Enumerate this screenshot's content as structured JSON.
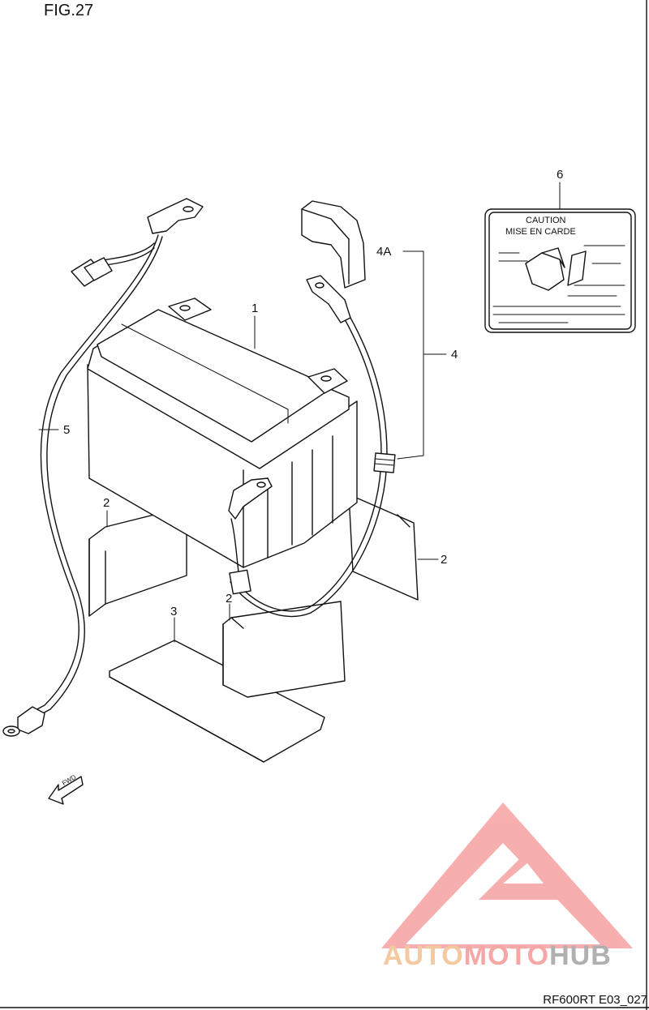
{
  "figure": {
    "title": "FIG.27",
    "code": "RF600RT E03_027"
  },
  "callouts": [
    {
      "id": "1",
      "text": "1"
    },
    {
      "id": "2a",
      "text": "2"
    },
    {
      "id": "2b",
      "text": "2"
    },
    {
      "id": "2c",
      "text": "2"
    },
    {
      "id": "3",
      "text": "3"
    },
    {
      "id": "4",
      "text": "4"
    },
    {
      "id": "4A",
      "text": "4A"
    },
    {
      "id": "5",
      "text": "5"
    },
    {
      "id": "6",
      "text": "6"
    }
  ],
  "caution_label": {
    "line1": "CAUTION",
    "line2": "MISE EN CARDE"
  },
  "direction_arrow": {
    "text": "FWD",
    "icon": "fwd-arrow-icon"
  },
  "watermark": {
    "part1": "AUTO",
    "part2": "MOTO",
    "part3": "HUB",
    "colors": {
      "auto": "#f5c9a0",
      "moto": "#f7a6a6",
      "hub": "#b0b0b0",
      "triangle": "#f7a6a6"
    }
  }
}
